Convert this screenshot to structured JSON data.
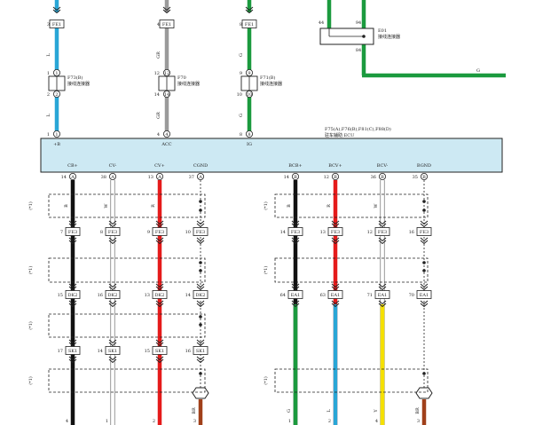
{
  "top_connectors": [
    {
      "pin_top": "3",
      "conn_top": "FE1",
      "wire_label_top": "L",
      "pin_a": "1",
      "pin_b": "2",
      "conn_id": "F73(B)",
      "conn_desc": "接线连接器",
      "wire_label_bottom": "L",
      "pin_bottom": "1",
      "wire_color": "#29a6d6"
    },
    {
      "pin_top": "4",
      "conn_top": "FE1",
      "wire_label_top": "GR",
      "pin_a": "12",
      "pin_b": "14",
      "conn_id": "F70",
      "conn_desc": "接线连接器",
      "wire_label_bottom": "GR",
      "pin_bottom": "4",
      "wire_color": "#9a9a9a"
    },
    {
      "pin_top": "8",
      "conn_top": "FE1",
      "wire_label_top": "G",
      "pin_a": "9",
      "pin_b": "10",
      "conn_id": "F71(B)",
      "conn_desc": "接线连接器",
      "wire_label_bottom": "G",
      "pin_bottom": "8",
      "wire_color": "#1b9a3e"
    }
  ],
  "e01": {
    "pin_left": "44",
    "pin_right": "94",
    "pin_bottom": "84",
    "id": "E01",
    "desc": "接线连接器",
    "wire_label": "G"
  },
  "unit": {
    "ids": "F75(A),F76(B),F81(C),F88(D)",
    "name": "驻车辅助 ECU",
    "top_pins": [
      "+B",
      "ACC",
      "IG"
    ],
    "bottom_pins": [
      "CB+",
      "CV-",
      "CV+",
      "CGND",
      "BCB+",
      "BCV+",
      "BCV-",
      "BGND"
    ]
  },
  "columns": [
    {
      "pin": "14",
      "conn": "A",
      "wire": "B",
      "p1": "7",
      "c1": "FE3",
      "p2": "15",
      "c2": "DK2",
      "p3": "17",
      "c3": "SK1",
      "end": "4",
      "end_label": "",
      "color": "#111111"
    },
    {
      "pin": "38",
      "conn": "A",
      "wire": "W",
      "p1": "8",
      "c1": "FE3",
      "p2": "16",
      "c2": "DK2",
      "p3": "14",
      "c3": "SK1",
      "end": "1",
      "end_label": "",
      "color": "#ffffff"
    },
    {
      "pin": "13",
      "conn": "A",
      "wire": "R",
      "p1": "9",
      "c1": "FE3",
      "p2": "13",
      "c2": "DK2",
      "p3": "15",
      "c3": "SK1",
      "end": "2",
      "end_label": "",
      "color": "#e51b1b"
    },
    {
      "pin": "37",
      "conn": "A",
      "wire": "",
      "p1": "10",
      "c1": "FE3",
      "p2": "14",
      "c2": "DK2",
      "p3": "16",
      "c3": "SK1",
      "end": "3",
      "end_label": "BR",
      "color": "#a0401a"
    },
    {
      "pin": "14",
      "conn": "B",
      "wire": "B",
      "p1": "14",
      "c1": "FE3",
      "p2": "64",
      "c2": "EA1",
      "p3": "",
      "c3": "",
      "end": "1",
      "end_label": "G",
      "color": "#111111"
    },
    {
      "pin": "12",
      "conn": "B",
      "wire": "R",
      "p1": "13",
      "c1": "FE3",
      "p2": "63",
      "c2": "EA1",
      "p3": "",
      "c3": "",
      "end": "2",
      "end_label": "L",
      "color": "#e51b1b"
    },
    {
      "pin": "36",
      "conn": "B",
      "wire": "W",
      "p1": "12",
      "c1": "FE3",
      "p2": "71",
      "c2": "EA1",
      "p3": "",
      "c3": "",
      "end": "4",
      "end_label": "Y",
      "color": "#ffffff"
    },
    {
      "pin": "35",
      "conn": "B",
      "wire": "",
      "p1": "16",
      "c1": "FE3",
      "p2": "70",
      "c2": "EA1",
      "p3": "",
      "c3": "",
      "end": "3",
      "end_label": "BR",
      "color": "#a0401a"
    }
  ],
  "shield_label": "(*1)",
  "colors": {
    "unit_fill": "#cde9f3",
    "blue": "#29a6d6",
    "green": "#1b9a3e",
    "yellow": "#f5e000",
    "brown": "#a0401a",
    "red": "#e51b1b",
    "black": "#111111"
  }
}
